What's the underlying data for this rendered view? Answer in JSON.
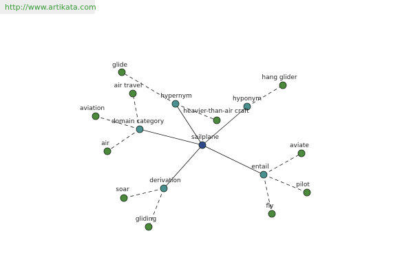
{
  "url": "http://www.artikata.com",
  "colors": {
    "center": "#2e4a8a",
    "relation": "#4a9090",
    "leaf": "#4a8a3a",
    "edge": "#111111"
  },
  "graph": {
    "center": "sailplane",
    "relations": [
      {
        "label": "hypernym",
        "leaves": [
          "glide",
          "heavier-than-air craft"
        ]
      },
      {
        "label": "hyponym",
        "leaves": [
          "hang glider"
        ]
      },
      {
        "label": "domain category",
        "leaves": [
          "air travel",
          "aviation",
          "air"
        ]
      },
      {
        "label": "derivation",
        "leaves": [
          "soar",
          "gliding"
        ]
      },
      {
        "label": "entail",
        "leaves": [
          "aviate",
          "pilot",
          "fly"
        ]
      }
    ]
  }
}
